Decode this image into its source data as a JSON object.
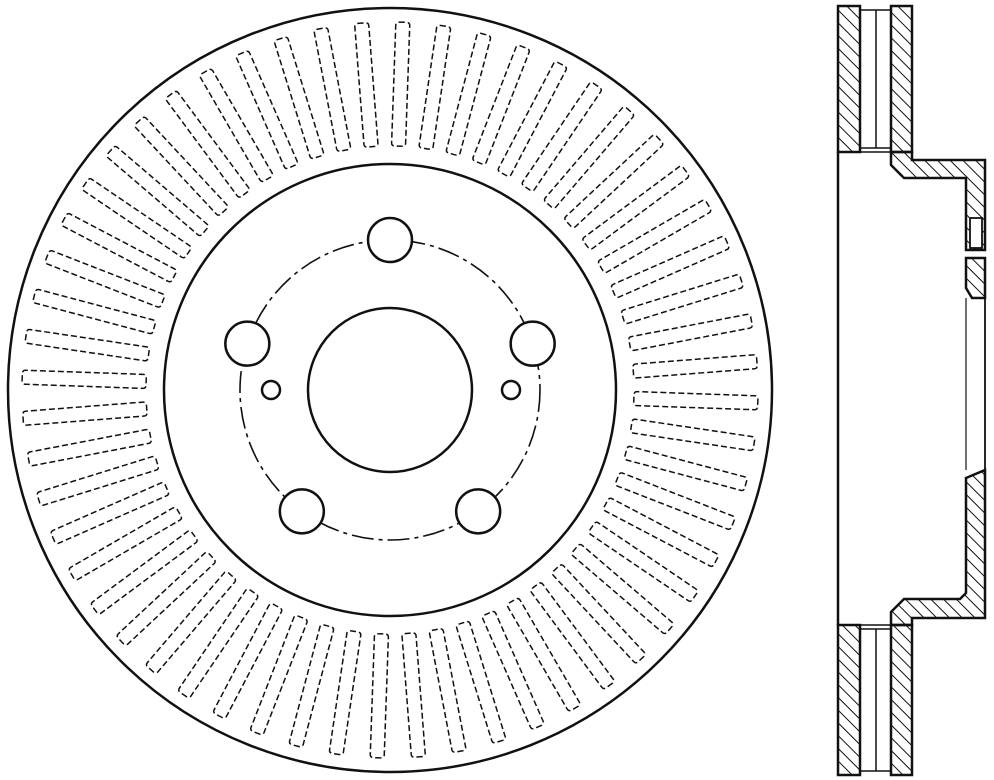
{
  "diagram": {
    "type": "brake-rotor-technical-drawing",
    "views": [
      "front-view",
      "cross-section-view"
    ],
    "vane_count": 56,
    "bolt_hole_count": 5,
    "locator_hole_count": 2,
    "colors": {
      "line": "#111111",
      "background": "#ffffff"
    }
  }
}
